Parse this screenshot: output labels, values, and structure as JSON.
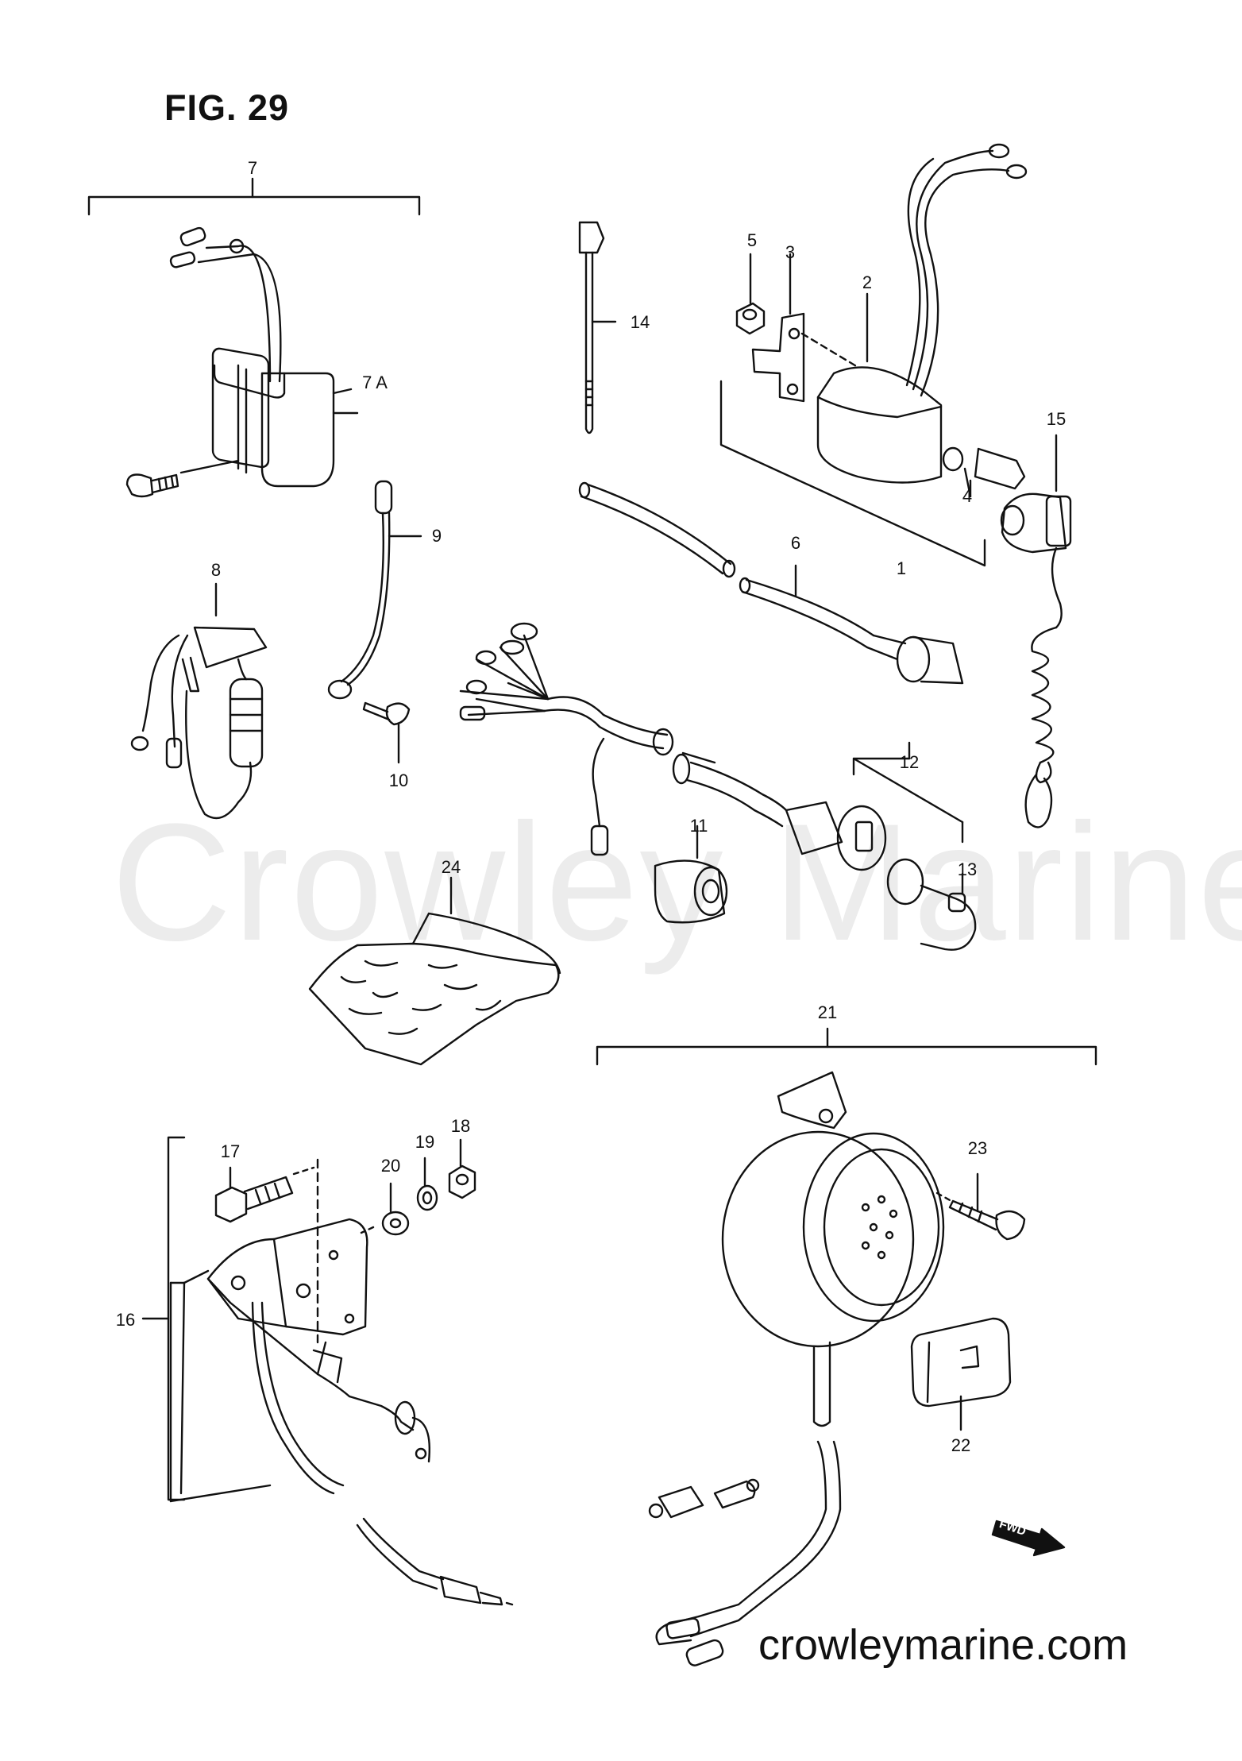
{
  "figure": {
    "title": "FIG. 29",
    "watermark": "Crowley Marine",
    "website": "crowleymarine.com",
    "direction_badge": "FWD"
  },
  "callouts": [
    {
      "id": "c7",
      "label": "7"
    },
    {
      "id": "c7a",
      "label": "7 A"
    },
    {
      "id": "c8",
      "label": "8"
    },
    {
      "id": "c9",
      "label": "9"
    },
    {
      "id": "c10",
      "label": "10"
    },
    {
      "id": "c14",
      "label": "14"
    },
    {
      "id": "c5",
      "label": "5"
    },
    {
      "id": "c3",
      "label": "3"
    },
    {
      "id": "c2",
      "label": "2"
    },
    {
      "id": "c15",
      "label": "15"
    },
    {
      "id": "c4",
      "label": "4"
    },
    {
      "id": "c1",
      "label": "1"
    },
    {
      "id": "c6",
      "label": "6"
    },
    {
      "id": "c12",
      "label": "12"
    },
    {
      "id": "c11",
      "label": "11"
    },
    {
      "id": "c13",
      "label": "13"
    },
    {
      "id": "c24",
      "label": "24"
    },
    {
      "id": "c21",
      "label": "21"
    },
    {
      "id": "c17",
      "label": "17"
    },
    {
      "id": "c20",
      "label": "20"
    },
    {
      "id": "c19",
      "label": "19"
    },
    {
      "id": "c18",
      "label": "18"
    },
    {
      "id": "c23",
      "label": "23"
    },
    {
      "id": "c16",
      "label": "16"
    },
    {
      "id": "c22",
      "label": "22"
    }
  ]
}
